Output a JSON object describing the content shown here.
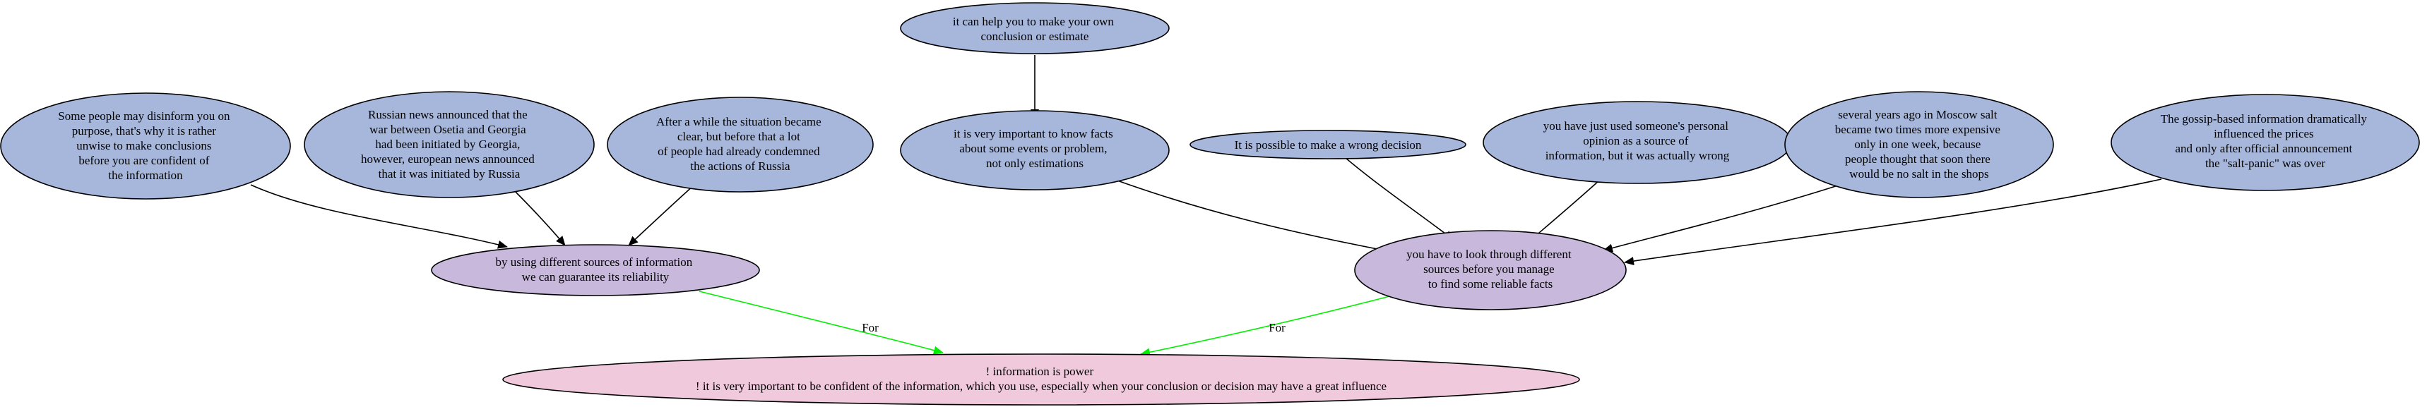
{
  "colors": {
    "argument_node": "#a7b7dc",
    "sub_node": "#c8b9dc",
    "root_node": "#f0c9dc",
    "edge_default": "#000000",
    "edge_for": "#00ee00"
  },
  "nodes": {
    "n_disinform": [
      "Some people may disinform you on",
      "purpose, that's why it is rather",
      "unwise to make conclusions",
      "before you are confident of",
      "the information"
    ],
    "n_osetia": [
      "Russian news announced that the",
      "war between Osetia and Georgia",
      "had been initiated by Georgia,",
      "however, european news announced",
      "that it was initiated by Russia"
    ],
    "n_after": [
      "After a while the situation became",
      "clear, but before that a lot",
      "of people had already condemned",
      "the actions of Russia"
    ],
    "n_conclusion": [
      "it can help you to make your own",
      "conclusion or estimate"
    ],
    "n_facts": [
      "it is very important to know facts",
      "about some events or problem,",
      "not only estimations"
    ],
    "n_wrong": [
      "It is possible to make a wrong decision"
    ],
    "n_opinion": [
      "you have just used someone's personal",
      "opinion as a source of",
      "information, but it was actually wrong"
    ],
    "n_salt": [
      "several years ago in Moscow salt",
      "became two times more expensive",
      "only in one week, because",
      "people thought that soon there",
      "would be no salt in the shops"
    ],
    "n_gossip": [
      "The gossip-based information dramatically",
      "influenced the prices",
      "and only after official announcement",
      "the \"salt-panic\" was over"
    ],
    "n_sources": [
      "by using different sources of information",
      "we can guarantee its reliability"
    ],
    "n_lookthrough": [
      "you have to look through different",
      "sources before you manage",
      "to find some reliable facts"
    ],
    "n_root": [
      "! information is power",
      "! it is very important to be confident of the information, which you use, especially when your conclusion or decision may have a great influence"
    ]
  },
  "edge_labels": {
    "for_left": "For",
    "for_right": "For"
  }
}
